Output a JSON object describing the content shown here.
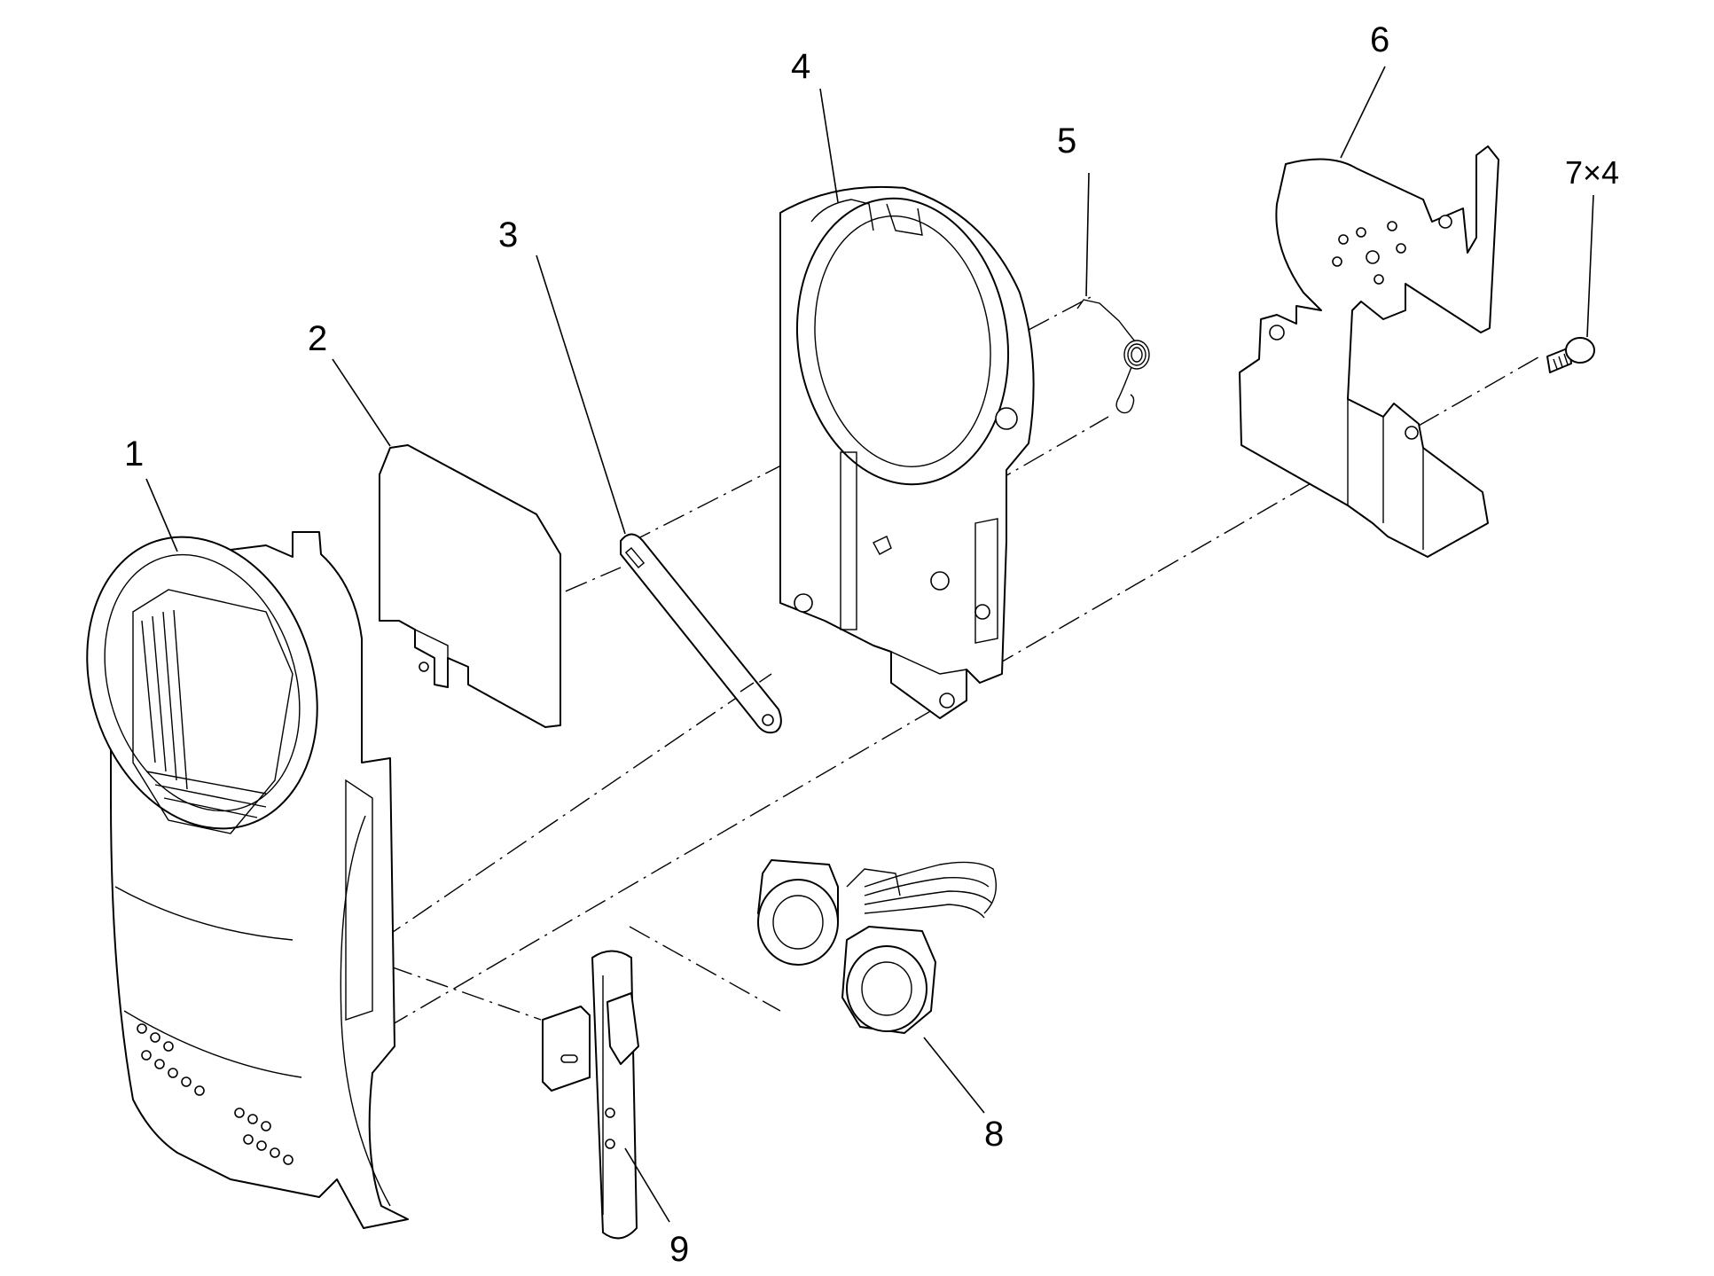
{
  "callouts": [
    {
      "id": "1",
      "label": "1"
    },
    {
      "id": "2",
      "label": "2"
    },
    {
      "id": "3",
      "label": "3"
    },
    {
      "id": "4",
      "label": "4"
    },
    {
      "id": "5",
      "label": "5"
    },
    {
      "id": "6",
      "label": "6"
    },
    {
      "id": "7",
      "label": "7×4"
    },
    {
      "id": "8",
      "label": "8"
    },
    {
      "id": "9",
      "label": "9"
    }
  ]
}
